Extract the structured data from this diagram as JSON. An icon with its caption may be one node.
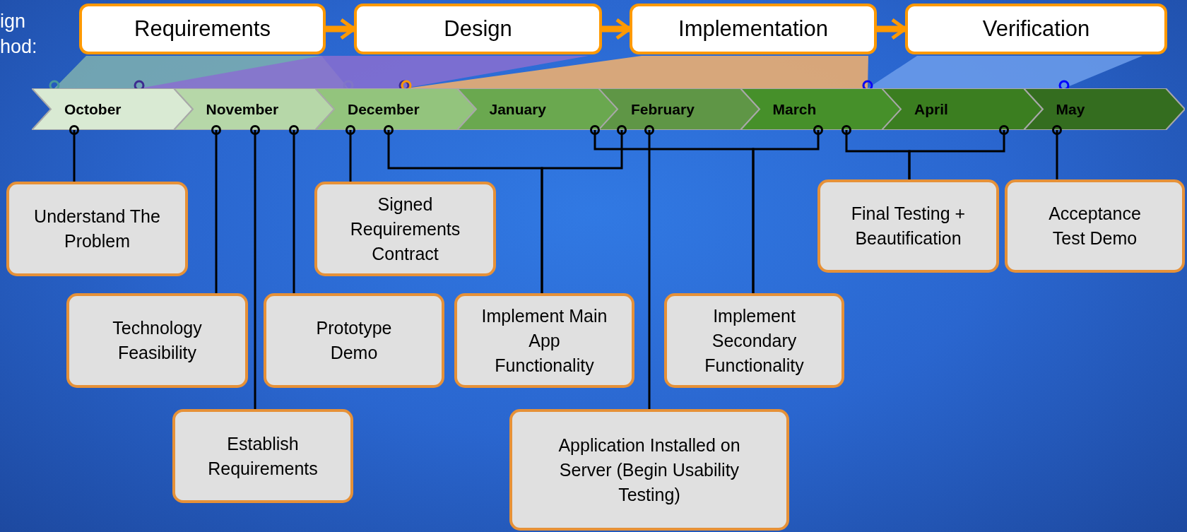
{
  "diagram": {
    "nodes": [
      {
        "text": [
          "Requirements"
        ]
      },
      {
        "text": [
          "Design"
        ]
      },
      {
        "text": [
          "Implementation"
        ]
      },
      {
        "text": [
          "Verification"
        ]
      },
      {
        "text": [
          "October"
        ]
      },
      {
        "text": [
          "November"
        ]
      },
      {
        "text": [
          "December"
        ]
      },
      {
        "text": [
          "January"
        ]
      },
      {
        "text": [
          "February"
        ]
      },
      {
        "text": [
          "March"
        ]
      },
      {
        "text": [
          "April"
        ]
      },
      {
        "text": [
          "May"
        ]
      },
      {
        "text": [
          "Understand The Problem"
        ]
      },
      {
        "text": [
          "Signed Requirements Contract"
        ]
      },
      {
        "text": [
          "Final Testing + Beautification"
        ]
      },
      {
        "text": [
          "Acceptance Test Demo"
        ]
      },
      {
        "text": [
          "Technology Feasibility"
        ]
      },
      {
        "text": [
          "Prototype Demo"
        ]
      },
      {
        "text": [
          "Implement Main App Functionality"
        ]
      },
      {
        "text": [
          "Implement Secondary Functionality"
        ]
      },
      {
        "text": [
          "Establish Requirements"
        ]
      },
      {
        "text": [
          "Application Installed on Server (Begin Usability Testing)"
        ]
      }
    ],
    "edges": [
      {
        "from": 0,
        "to": 1,
        "arrow": "to",
        "style": "thick",
        "color": "#ff9900"
      },
      {
        "from": 1,
        "to": 2,
        "arrow": "to",
        "style": "thick",
        "color": "#ff9900"
      },
      {
        "from": 2,
        "to": 3,
        "arrow": "to",
        "style": "thick",
        "color": "#ff9900"
      },
      {
        "from": 4,
        "to": 12,
        "arrow": "other"
      },
      {
        "from": 5,
        "to": 16,
        "arrow": "other"
      },
      {
        "from": 5,
        "to": 20,
        "arrow": "other"
      },
      {
        "from": 5,
        "to": 17,
        "arrow": "other"
      },
      {
        "from": 6,
        "to": 13,
        "arrow": "other"
      },
      {
        "from": 6,
        "to": 18,
        "arrow": "other"
      },
      {
        "from": 8,
        "to": 18,
        "arrow": "other"
      },
      {
        "from": 7,
        "to": 19,
        "arrow": "other"
      },
      {
        "from": 9,
        "to": 19,
        "arrow": "other"
      },
      {
        "from": 8,
        "to": 21,
        "arrow": "other"
      },
      {
        "from": 9,
        "to": 14,
        "arrow": "other"
      },
      {
        "from": 10,
        "to": 14,
        "arrow": "other"
      },
      {
        "from": 11,
        "to": 15,
        "arrow": "other"
      }
    ],
    "labels": [
      "ign hod:"
    ]
  }
}
